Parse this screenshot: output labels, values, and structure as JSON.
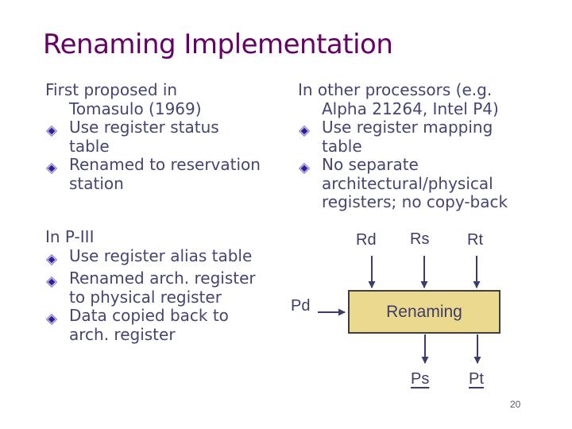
{
  "slide": {
    "title": "Renaming Implementation",
    "page_number": "20"
  },
  "colors": {
    "title": "#660066",
    "body_text": "#454573",
    "diagram_text": "#3d3d6b",
    "bullet_inner": "#2b1d9c",
    "bullet_halo": "#9c94ce",
    "box_fill": "#ebd98d",
    "box_border": "#3f3f3f",
    "background": "#ffffff"
  },
  "blocks": {
    "left_top": {
      "items": [
        {
          "level": 1,
          "text": "First proposed in\nTomasulo (1969)"
        },
        {
          "level": 2,
          "text": "Use register status\ntable"
        },
        {
          "level": 2,
          "text": "Renamed to reservation\nstation"
        }
      ]
    },
    "right_top": {
      "items": [
        {
          "level": 1,
          "text": "In other processors (e.g.\nAlpha 21264, Intel P4)"
        },
        {
          "level": 2,
          "text": "Use register mapping\ntable"
        },
        {
          "level": 2,
          "text": "No separate\narchitectural/physical\nregisters; no copy-back"
        }
      ]
    },
    "left_bottom": {
      "items": [
        {
          "level": 1,
          "text": "In P-III"
        },
        {
          "level": 2,
          "text": "Use register alias table"
        },
        {
          "level": 2,
          "text": "Renamed arch. register\nto physical register"
        },
        {
          "level": 2,
          "text": "Data copied back to\narch. register"
        }
      ]
    }
  },
  "diagram": {
    "top_inputs": [
      "Rd",
      "Rs",
      "Rt"
    ],
    "left_input": "Pd",
    "box_label": "Renaming",
    "bottom_outputs": [
      "Ps",
      "Pt"
    ]
  }
}
